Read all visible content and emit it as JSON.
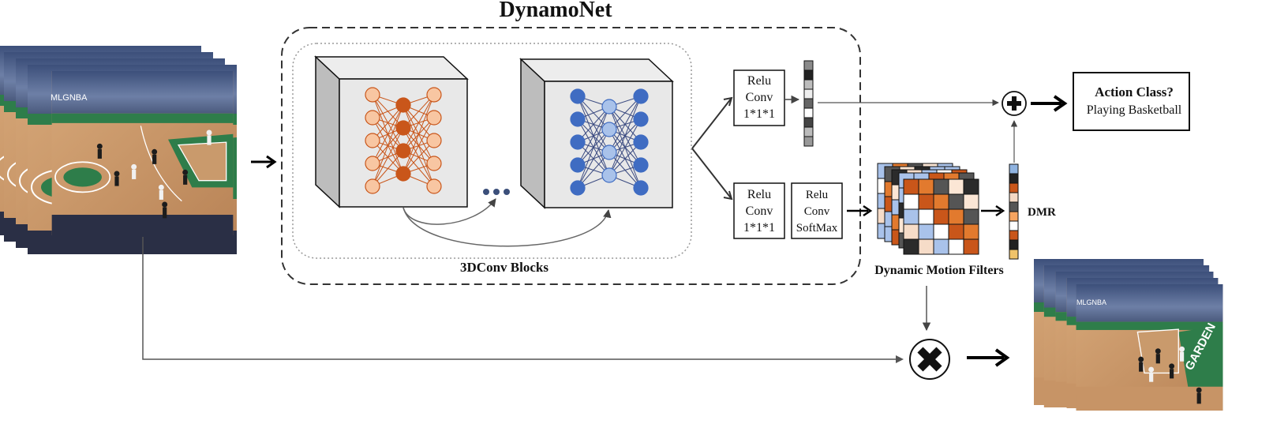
{
  "title": "DynamoNet",
  "blocks_label": "3DConv Blocks",
  "upper_branch": {
    "line1": "Relu",
    "line2": "Conv",
    "line3": "1*1*1"
  },
  "lower_branch_a": {
    "line1": "Relu",
    "line2": "Conv",
    "line3": "1*1*1"
  },
  "lower_branch_b": {
    "line1": "Relu",
    "line2": "Conv",
    "line3": "SoftMax"
  },
  "filters_label": "Dynamic Motion Filters",
  "dmr_label": "DMR",
  "output": {
    "heading": "Action Class?",
    "value": "Playing Basketball"
  },
  "frame_watermark": "MLGNBA",
  "court_text": "GARDEN",
  "colors": {
    "orange_dark": "#c9561a",
    "orange_light": "#f8c6a2",
    "blue_dark": "#3f6cc2",
    "blue_light": "#a9c2ea",
    "court_wood": "#c79466",
    "court_green": "#2e7d4a"
  },
  "icons": {
    "add": "plus-circle-icon",
    "multiply": "cross-circle-icon",
    "more": "ellipsis-icon"
  }
}
